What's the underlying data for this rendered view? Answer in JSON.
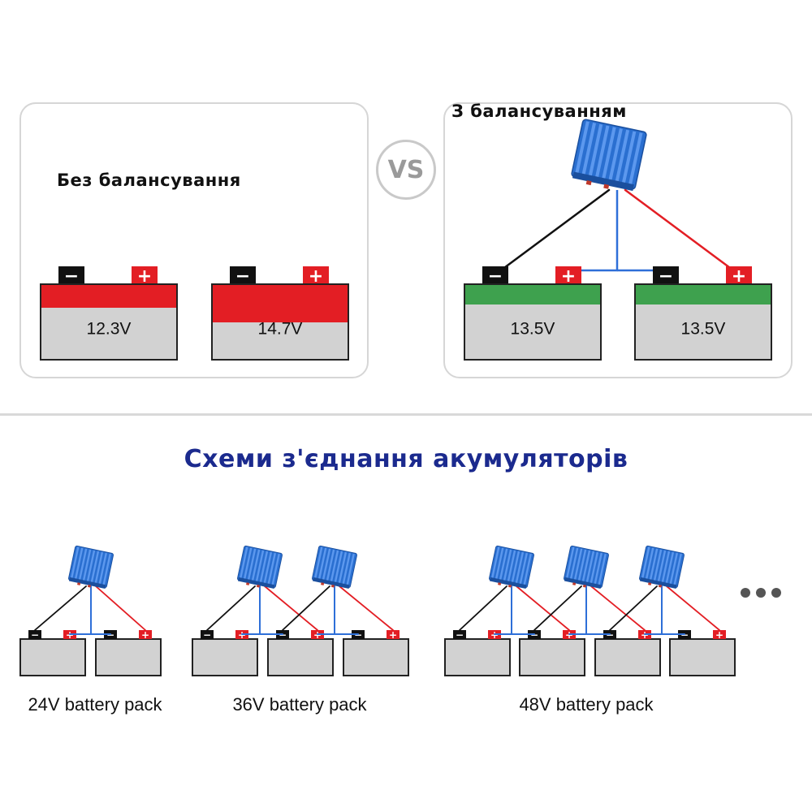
{
  "left_panel": {
    "title": "Без балансування",
    "batteries": [
      {
        "voltage": "12.3V"
      },
      {
        "voltage": "14.7V"
      }
    ]
  },
  "vs_label": "VS",
  "right_panel": {
    "title": "З балансуванням",
    "batteries": [
      {
        "voltage": "13.5V"
      },
      {
        "voltage": "13.5V"
      }
    ]
  },
  "section_heading": "Схеми з'єднання акумуляторів",
  "packs": [
    {
      "label": "24V battery pack"
    },
    {
      "label": "36V battery pack"
    },
    {
      "label": "48V battery pack"
    }
  ],
  "terminals": {
    "negative": "−",
    "positive": "+"
  },
  "colors": {
    "red": "#e31e24",
    "green": "#3ea14e",
    "gray": "#d2d2d2",
    "blue_wire": "#2e6fd8",
    "balancer": "#2a6fd0",
    "heading": "#1b2a8e"
  }
}
